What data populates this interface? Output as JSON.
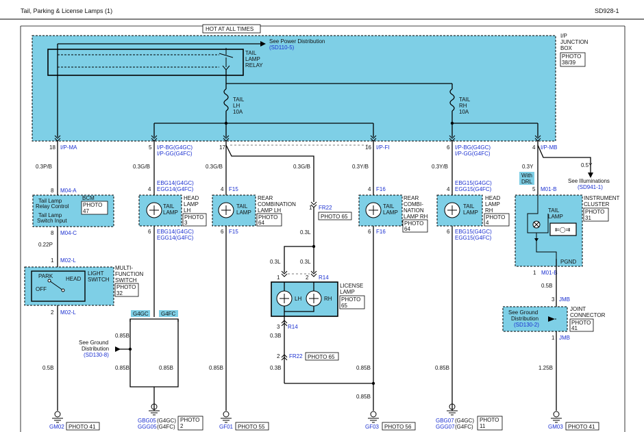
{
  "header": {
    "title": "Tail, Parking & License Lamps (1)",
    "code": "SD928-1"
  },
  "hot": "HOT AT ALL TIMES",
  "power": {
    "see": "See Power Distribution",
    "ref": "(SD110-5)"
  },
  "relay": {
    "l1": "TAIL",
    "l2": "LAMP",
    "l3": "RELAY"
  },
  "ipjb": {
    "l1": "I/P",
    "l2": "JUNCTION",
    "l3": "BOX",
    "p1": "PHOTO",
    "p2": "38/39"
  },
  "fuse_lh": {
    "l1": "TAIL",
    "l2": "LH",
    "l3": "10A"
  },
  "fuse_rh": {
    "l1": "TAIL",
    "l2": "RH",
    "l3": "10A"
  },
  "pins": {
    "p18": "18",
    "ipma": "I/P-MA",
    "p5": "5",
    "ipbg1": "I/P-BG(G4GC)",
    "ipgg1": "I/P-GG(G4FC)",
    "p17": "17",
    "p16": "16",
    "ipfi": "I/P-FI",
    "p6": "6",
    "ipbg2": "I/P-BG(G4GC)",
    "ipgg2": "I/P-GG(G4FC)",
    "p4": "4",
    "ipmb": "I/P-MB"
  },
  "wires": {
    "w1": "0.3P/B",
    "w2": "0.3G/B",
    "w3": "0.3G/B",
    "w4": "0.3G/B",
    "w5": "0.3Y/B",
    "w6": "0.3Y/B",
    "w7": "0.3Y",
    "w8": "0.5Y",
    "w9": "0.22P",
    "w10": "0.3L",
    "w11": "0.3L",
    "w12": "0.3L",
    "w13": "0.3B",
    "w14": "0.3B",
    "w15": "0.5B",
    "w16": "0.85B",
    "w17": "0.85B",
    "w18": "0.85B",
    "w19": "0.5B",
    "w20": "0.85B",
    "w21": "0.85B",
    "w22": "0.85B",
    "w23": "0.85B",
    "w24": "1.25B"
  },
  "drl": {
    "l1": "With",
    "l2": "DRL"
  },
  "illum": {
    "see": "See Illuminations",
    "ref": "(SD941-1)"
  },
  "bcm": {
    "pin8": "8",
    "conn_a": "M04-A",
    "name": "BCM",
    "line1": "Tail Lamp",
    "line2": "Relay Control",
    "line3": "Tail Lamp",
    "line4": "Switch Input",
    "p1": "PHOTO",
    "p2": "47",
    "pin8b": "8",
    "conn_c": "M04-C"
  },
  "mfs": {
    "pin1": "1",
    "conn": "M02-L",
    "park": "PARK",
    "head": "HEAD",
    "off": "OFF",
    "l1": "LIGHT",
    "l2": "SWITCH",
    "t1": "MULTI-",
    "t2": "FUNCTION",
    "t3": "SWITCH",
    "p1": "PHOTO",
    "p2": "32",
    "pin2": "2",
    "conn2": "M02-L"
  },
  "head_lh": {
    "pin4": "4",
    "c1": "EBG14(G4GC)",
    "c2": "EGG14(G4FC)",
    "l1": "TAIL",
    "l2": "LAMP",
    "t1": "HEAD",
    "t2": "LAMP",
    "t3": "LH",
    "p1": "PHOTO",
    "p2": "3",
    "pin6": "6",
    "c3": "EBG14(G4GC)",
    "c4": "EGG14(G4FC)"
  },
  "rear_lh": {
    "pin4": "4",
    "c1": "F15",
    "l1": "TAIL",
    "l2": "LAMP",
    "t1": "REAR",
    "t2": "COMBINATION",
    "t3": "LAMP LH",
    "p1": "PHOTO",
    "p2": "64",
    "pin6": "6",
    "c2": "F15"
  },
  "rear_rh": {
    "pin4": "4",
    "c1": "F16",
    "l1": "TAIL",
    "l2": "LAMP",
    "t1": "REAR",
    "t2": "COMBI-",
    "t3": "NATION",
    "t4": "LAMP RH",
    "p1": "PHOTO",
    "p2": "64",
    "pin6": "6",
    "c2": "F16"
  },
  "head_rh": {
    "pin4": "4",
    "c1": "EBG15(G4GC)",
    "c2": "EGG15(G4FC)",
    "l1": "TAIL",
    "l2": "LAMP",
    "t1": "HEAD",
    "t2": "LAMP",
    "t3": "RH",
    "p1": "PHOTO",
    "p2": "4",
    "pin6": "6",
    "c3": "EBG15(G4GC)",
    "c4": "EGG15(G4FC)"
  },
  "cluster": {
    "pin5": "5",
    "conn": "M01-B",
    "l1": "TAIL",
    "l2": "LAMP",
    "t1": "INSTRUMENT",
    "t2": "CLUSTER",
    "p1": "PHOTO",
    "p2": "31",
    "pgnd": "PGND",
    "pin1": "1",
    "conn2": "M01-B"
  },
  "fr22_top": {
    "pin1": "1",
    "conn": "FR22",
    "photo": "PHOTO 65"
  },
  "license": {
    "pin1": "1",
    "pin2": "2",
    "r14": "R14",
    "lh": "LH",
    "rh": "RH",
    "t1": "LICENSE",
    "t2": "LAMP",
    "p1": "PHOTO",
    "p2": "65",
    "pin3": "3",
    "r14b": "R14"
  },
  "fr22_bot": {
    "pin2": "2",
    "conn": "FR22",
    "photo": "PHOTO 65"
  },
  "jmb": {
    "pin3": "3",
    "c1": "JMB",
    "see": "See Ground",
    "see2": "Distribution",
    "ref": "(SD130-2)",
    "t1": "JOINT",
    "t2": "CONNECTOR",
    "p1": "PHOTO",
    "p2": "41",
    "pin1": "1",
    "c2": "JMB"
  },
  "gnd_dist": {
    "see": "See Ground",
    "see2": "Distribution",
    "ref": "(SD130-8)"
  },
  "g4": {
    "gc": "G4GC",
    "fc": "G4FC"
  },
  "grounds": {
    "gm02": "GM02",
    "gm02p": "PHOTO 41",
    "gbg05": "GBG05",
    "gbg05s": "(G4GC)",
    "ggg05": "GGG05",
    "ggg05s": "(G4FC)",
    "p2a": "PHOTO",
    "p2b": "2",
    "gf01": "GF01",
    "gf01p": "PHOTO 55",
    "gf03": "GF03",
    "gf03p": "PHOTO 56",
    "gbg07": "GBG07",
    "gbg07s": "(G4GC)",
    "ggg07": "GGG07",
    "ggg07s": "(G4FC)",
    "p11a": "PHOTO",
    "p11b": "11",
    "gm03": "GM03",
    "gm03p": "PHOTO 41"
  }
}
